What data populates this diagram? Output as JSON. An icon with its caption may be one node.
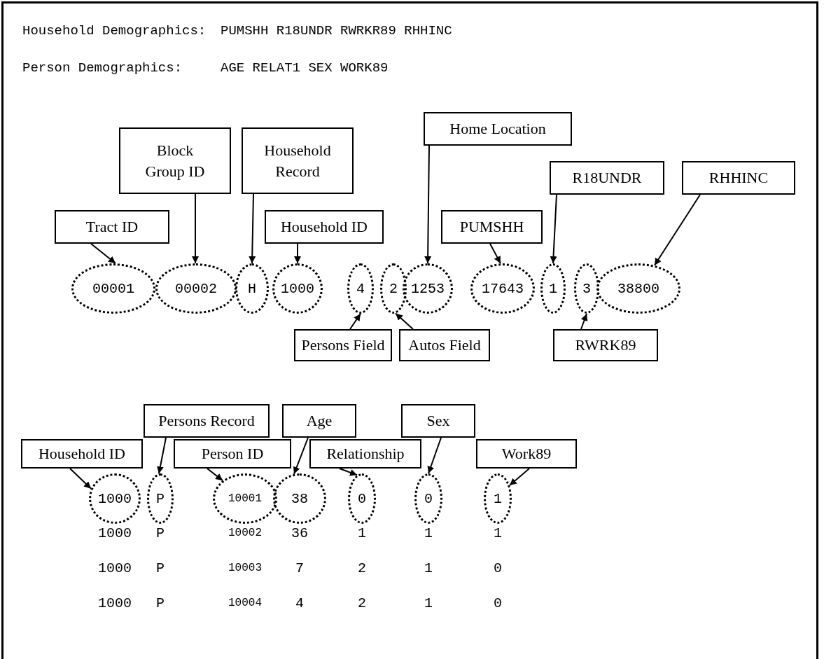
{
  "diagram": {
    "nodes": [
      {
        "text": [
          "Home Location"
        ]
      },
      {
        "text": [
          "Block Group ID"
        ]
      },
      {
        "text": [
          "Household Record"
        ]
      },
      {
        "text": [
          "Autos Field"
        ]
      },
      {
        "text": [
          "R18UNDR"
        ]
      },
      {
        "text": [
          "RHHINC"
        ]
      },
      {
        "text": [
          "Tract ID"
        ]
      },
      {
        "text": [
          "Household ID"
        ]
      },
      {
        "text": [
          "Persons Field"
        ]
      },
      {
        "text": [
          "PUMSHH"
        ]
      },
      {
        "text": [
          "RWRK89"
        ]
      },
      {
        "text": [
          "00001"
        ]
      },
      {
        "text": [
          "00002"
        ]
      },
      {
        "text": [
          "H"
        ]
      },
      {
        "text": [
          "1000"
        ]
      },
      {
        "text": [
          "4"
        ]
      },
      {
        "text": [
          "2"
        ]
      },
      {
        "text": [
          "1253"
        ]
      },
      {
        "text": [
          "17643"
        ]
      },
      {
        "text": [
          "1"
        ]
      },
      {
        "text": [
          "3"
        ]
      },
      {
        "text": [
          "38800"
        ]
      },
      {
        "text": [
          "Persons Record"
        ]
      },
      {
        "text": [
          "Age"
        ]
      },
      {
        "text": [
          "Sex"
        ]
      },
      {
        "text": [
          "Household ID"
        ]
      },
      {
        "text": [
          "Person ID"
        ]
      },
      {
        "text": [
          "Relationship"
        ]
      },
      {
        "text": [
          "Work89"
        ]
      },
      {
        "text": [
          "1000"
        ]
      },
      {
        "text": [
          "P"
        ]
      },
      {
        "text": [
          "10001"
        ]
      },
      {
        "text": [
          "38"
        ]
      },
      {
        "text": [
          "0"
        ]
      },
      {
        "text": [
          "0"
        ]
      },
      {
        "text": [
          "1"
        ]
      }
    ],
    "edges": [
      {
        "from": 6,
        "to": 11,
        "arrow": "to"
      },
      {
        "from": 1,
        "to": 12,
        "arrow": "to"
      },
      {
        "from": 2,
        "to": 13,
        "arrow": "to"
      },
      {
        "from": 7,
        "to": 14,
        "arrow": "to"
      },
      {
        "from": 8,
        "to": 15,
        "arrow": "to"
      },
      {
        "from": 3,
        "to": 16,
        "arrow": "to"
      },
      {
        "from": 0,
        "to": 17,
        "arrow": "to"
      },
      {
        "from": 9,
        "to": 18,
        "arrow": "to"
      },
      {
        "from": 4,
        "to": 19,
        "arrow": "to"
      },
      {
        "from": 10,
        "to": 20,
        "arrow": "to"
      },
      {
        "from": 5,
        "to": 21,
        "arrow": "to"
      },
      {
        "from": 25,
        "to": 29,
        "arrow": "to"
      },
      {
        "from": 22,
        "to": 30,
        "arrow": "to"
      },
      {
        "from": 26,
        "to": 31,
        "arrow": "to"
      },
      {
        "from": 23,
        "to": 32,
        "arrow": "to"
      },
      {
        "from": 27,
        "to": 33,
        "arrow": "to"
      },
      {
        "from": 24,
        "to": 34,
        "arrow": "to"
      },
      {
        "from": 28,
        "to": 35,
        "arrow": "to"
      }
    ],
    "labels": [
      "Household Demographics:",
      "PUMSHH R18UNDR RWRKR89 RHHINC",
      "Person Demographics:",
      "AGE RELAT1 SEX WORK89",
      "1000",
      "P",
      "10002",
      "36",
      "1",
      "1",
      "1",
      "1000",
      "P",
      "10003",
      "7",
      "2",
      "1",
      "0",
      "1000",
      "P",
      "10004",
      "4",
      "2",
      "1",
      "0"
    ]
  }
}
